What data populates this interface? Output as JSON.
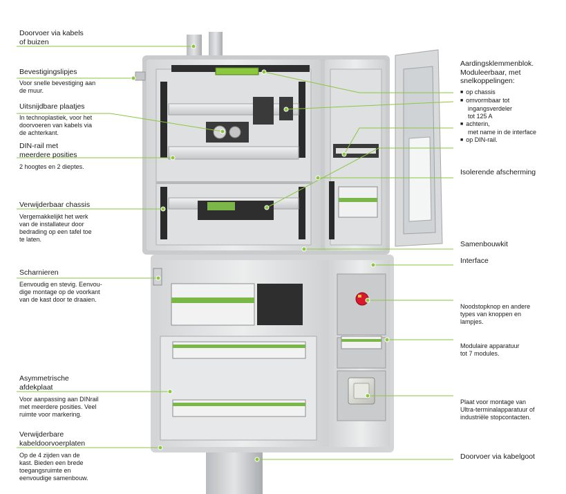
{
  "colors": {
    "leader": "#8dc63f",
    "text": "#1a1a1a",
    "cabinet": "#e6e7e8",
    "accent_red": "#d7192b",
    "breaker_green": "#7ab648"
  },
  "left": {
    "doorvoer_kabels": {
      "lines": [
        "Doorvoer via kabels",
        "of buizen"
      ]
    },
    "bevestigingslipjes": {
      "title": "Bevestigingslipjes",
      "desc": [
        "Voor snelle bevestiging aan",
        "de muur."
      ]
    },
    "uitsnijdbare": {
      "title": "Uitsnijdbare plaatjes",
      "desc": [
        "In technoplastiek, voor het",
        "doorvoeren van kabels via",
        "de achterkant."
      ]
    },
    "din_rail": {
      "title": [
        "DIN-rail met",
        "meerdere posities"
      ],
      "desc": [
        "2 hoogtes en 2 dieptes."
      ]
    },
    "chassis": {
      "title": "Verwijderbaar chassis",
      "desc": [
        "Vergemakkelijkt het werk",
        "van de installateur door",
        "bedrading op een tafel toe",
        "te laten."
      ]
    },
    "scharnieren": {
      "title": "Scharnieren",
      "desc": [
        "Eenvoudig en stevig. Eenvou-",
        "dige montage op de voorkant",
        "van de kast door te draaien."
      ]
    },
    "asym": {
      "title": [
        "Asymmetrische",
        "afdekplaat"
      ],
      "desc": [
        "Voor aanpassing aan DINrail",
        "met meerdere posities. Veel",
        "ruimte voor markering."
      ]
    },
    "kabeldoorvoer": {
      "title": [
        "Verwijderbare",
        "kabeldoorvoerplaten"
      ],
      "desc": [
        "Op de 4 zijden van de",
        "kast. Bieden een brede",
        "toegangsruimte en",
        "eenvoudige samenbouw."
      ]
    }
  },
  "right": {
    "aarding": {
      "title": [
        "Aardingsklemmenblok.",
        "Moduleerbaar, met",
        "snelkoppelingen:"
      ],
      "items": [
        {
          "lines": [
            "op chassis"
          ]
        },
        {
          "lines": [
            "omvormbaar tot",
            "ingangsverdeler",
            "tot 125 A"
          ]
        },
        {
          "lines": [
            "achterin,",
            "met name in de interface"
          ]
        },
        {
          "lines": [
            "op DIN-rail."
          ]
        }
      ]
    },
    "isolerende": "Isolerende afscherming",
    "samenbouwkit": "Samenbouwkit",
    "interface": "Interface",
    "noodstop": [
      "Noodstopknop en andere",
      "types van knoppen en",
      "lampjes."
    ],
    "modulaire": [
      "Modulaire apparatuur",
      "tot 7 modules."
    ],
    "plaat": [
      "Plaat voor montage van",
      "Ultra-terminalapparatuur of",
      "industriële stopcontacten."
    ],
    "kabelgoot": "Doorvoer via kabelgoot"
  }
}
